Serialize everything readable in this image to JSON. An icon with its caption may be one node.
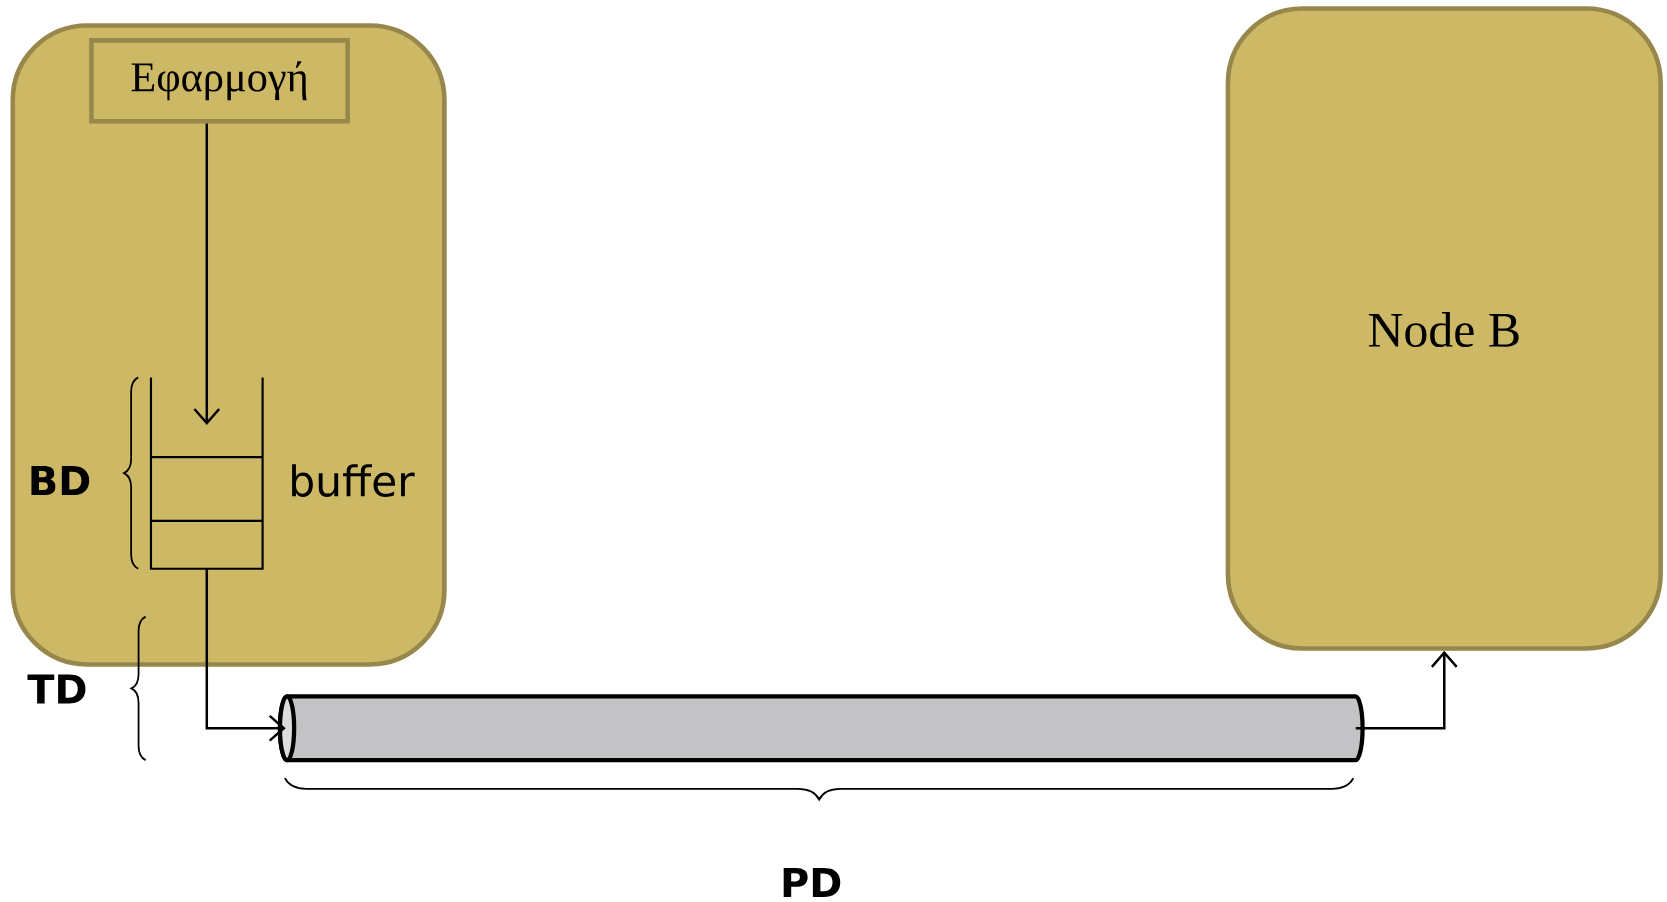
{
  "diagram": {
    "nodes": [
      {
        "text": [],
        "shape": "box"
      },
      {
        "text": [
          "Εφαρμογή"
        ],
        "in": 0
      },
      {
        "text": [],
        "shape": "box",
        "beside": [
          "buffer"
        ],
        "in": 0
      },
      {
        "text": [],
        "shape": "cylinder"
      },
      {
        "text": [
          "Node B"
        ]
      }
    ],
    "edges": [
      {
        "from": 1,
        "to": 2,
        "arrow": "to"
      },
      {
        "from": 2,
        "to": 3,
        "arrow": "to"
      },
      {
        "from": 3,
        "to": 4,
        "arrow": "to"
      }
    ],
    "labels": [
      "BD",
      "TD",
      "PD"
    ]
  }
}
